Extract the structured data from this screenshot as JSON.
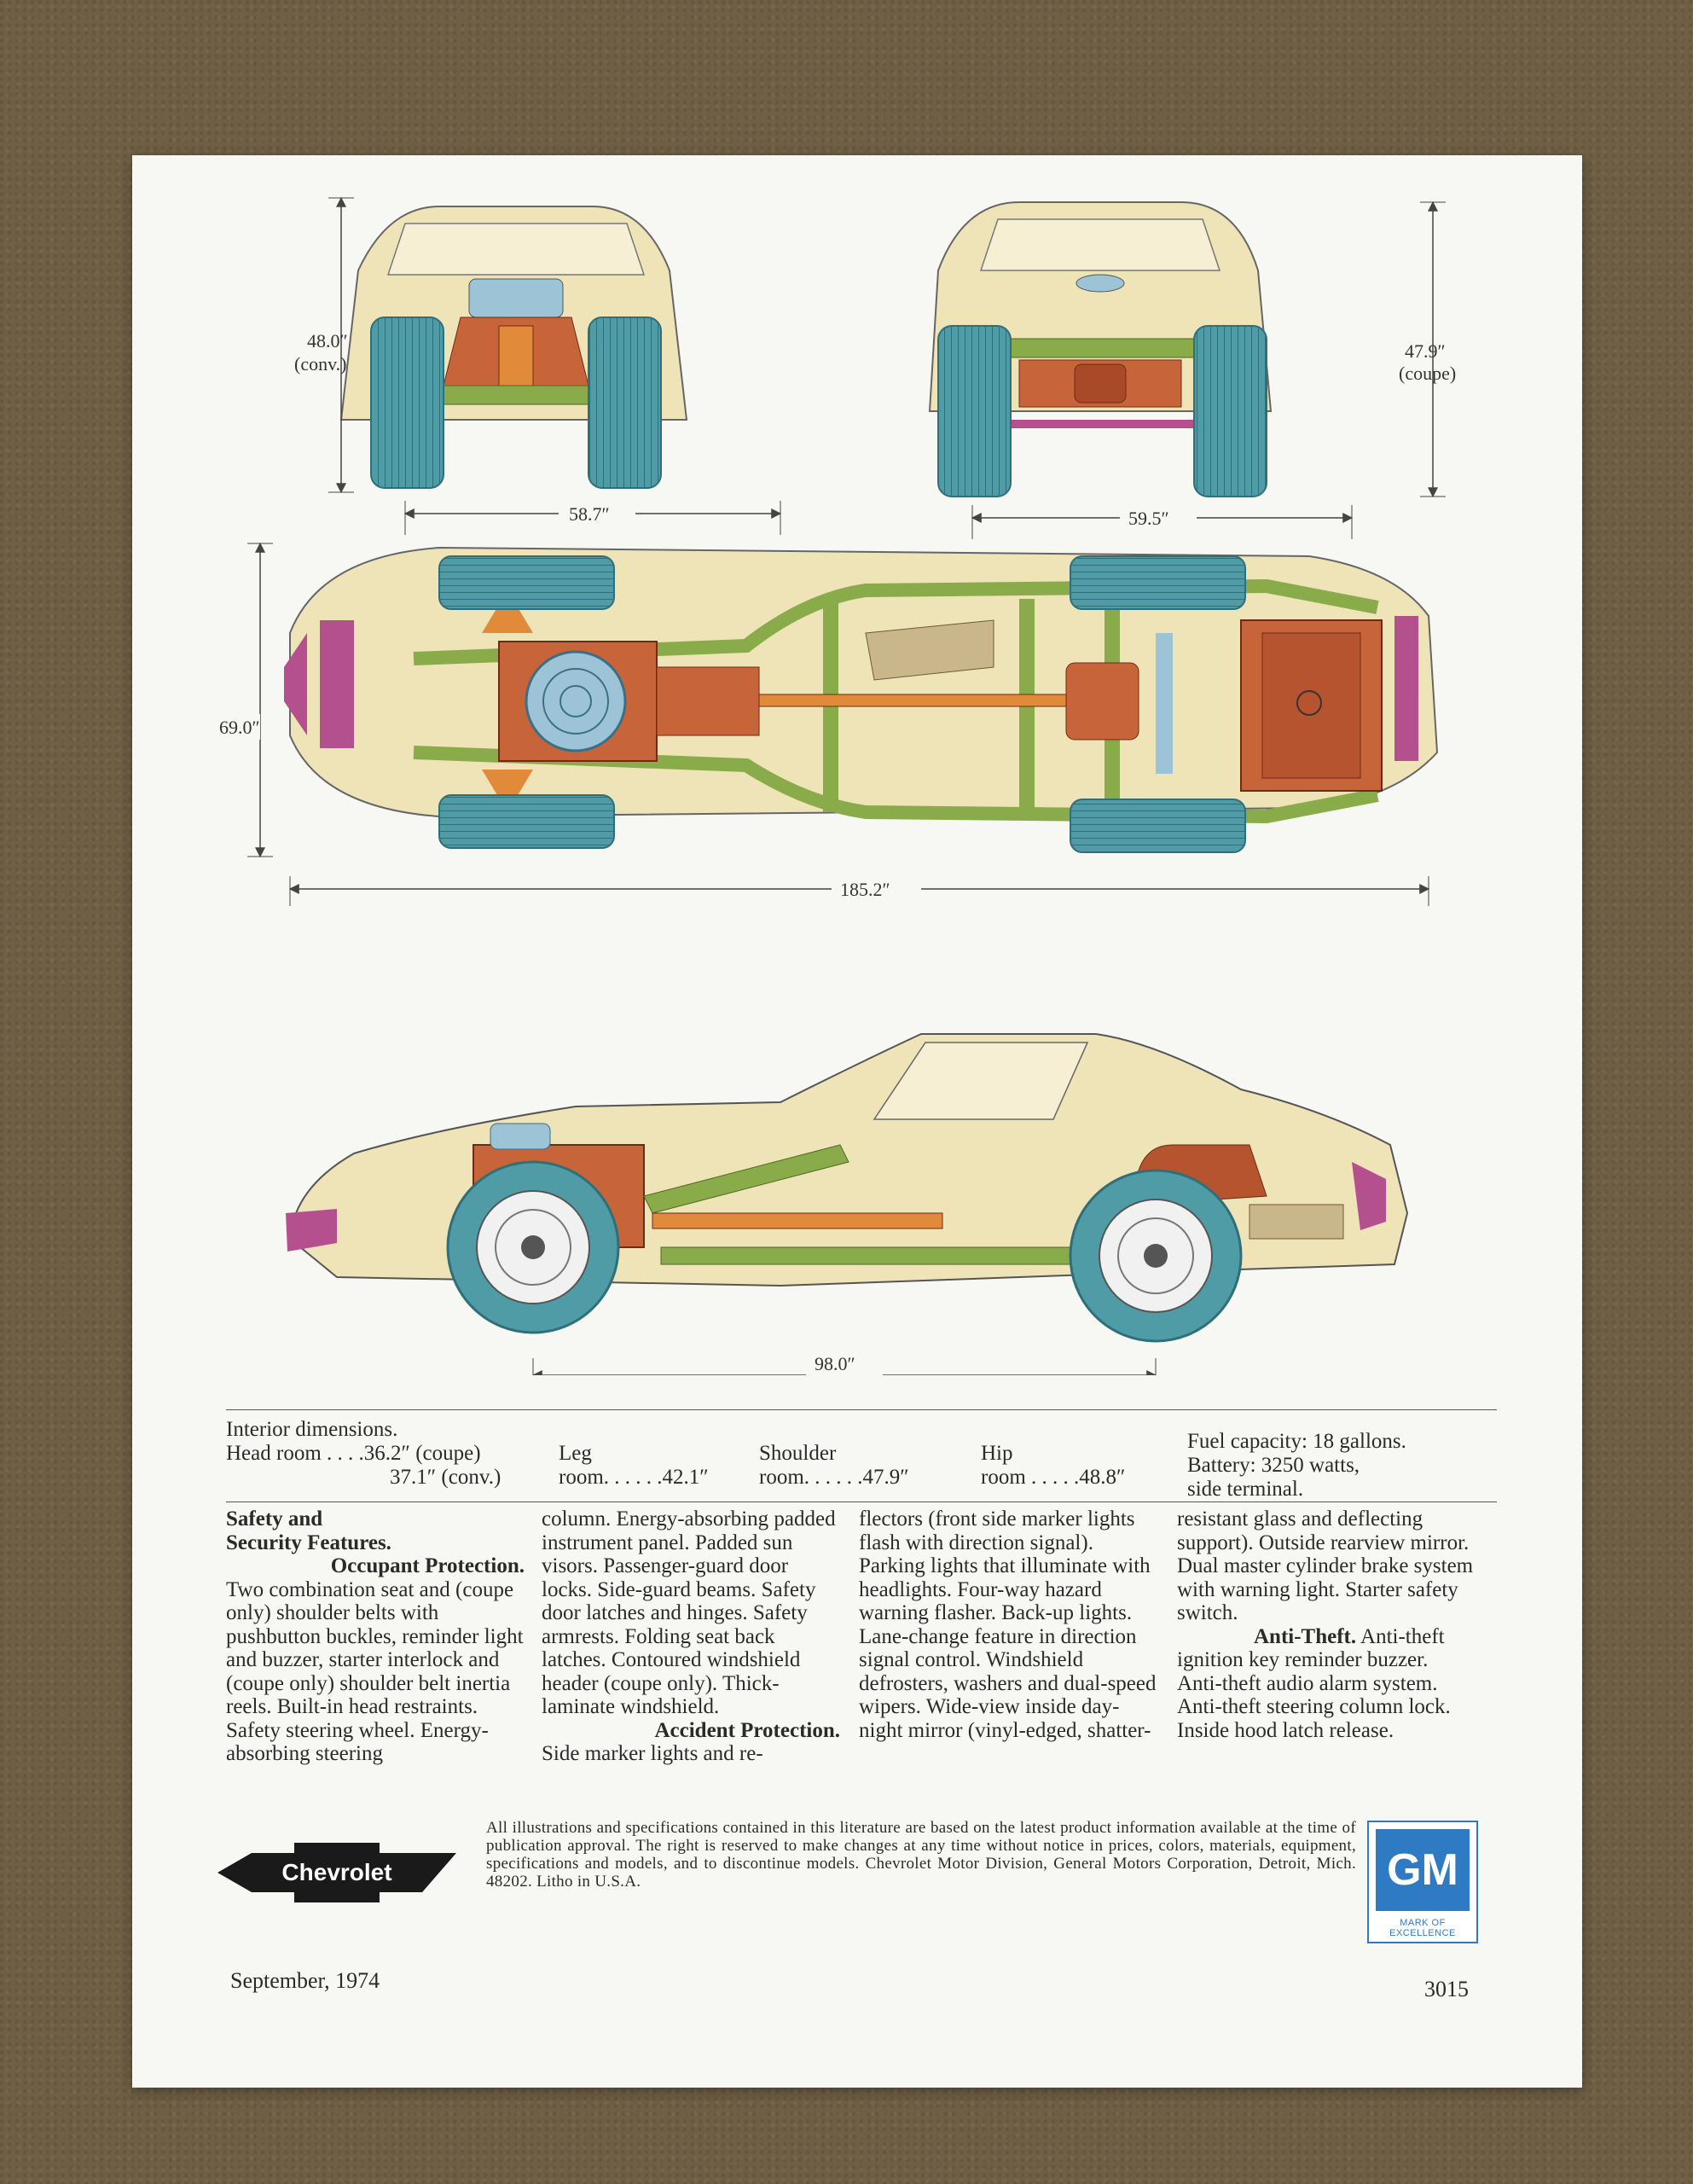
{
  "dimensions": {
    "front_height": "48.0″",
    "front_height_note": "(conv.)",
    "front_track": "58.7″",
    "rear_height": "47.9″",
    "rear_height_note": "(coupe)",
    "rear_track": "59.5″",
    "overall_width": "69.0″",
    "overall_length": "185.2″",
    "wheelbase": "98.0″"
  },
  "interior": {
    "title": "Interior dimensions.",
    "head_label": "Head room",
    "head_coupe": ". . . .36.2″ (coupe)",
    "head_conv": "37.1″ (conv.)",
    "leg_label": "Leg",
    "leg_value": "room. . . . . .42.1″",
    "shoulder_label": "Shoulder",
    "shoulder_value": "room. . . . . .47.9″",
    "hip_label": "Hip",
    "hip_value": "room . . . . .48.8″",
    "fuel": "Fuel capacity: 18 gallons.",
    "battery": "Battery: 3250 watts,",
    "battery2": "side terminal."
  },
  "safety": {
    "heading1": "Safety and",
    "heading2": "Security Features.",
    "occupant_title": "Occupant Protection.",
    "col1": "Two combination seat and (coupe only) shoulder belts with pushbutton buckles, reminder light and buzzer, starter interlock and (coupe only) shoulder belt inertia reels. Built-in head restraints. Safety steering wheel. Energy-absorbing steering",
    "col2": "column. Energy-absorbing padded instrument panel. Padded sun visors. Passenger-guard door locks. Side-guard beams. Safety door latches and hinges. Safety armrests. Folding seat back latches. Contoured windshield header (coupe only). Thick-laminate windshield.",
    "accident_title": "Accident Protection.",
    "col2b": "Side marker lights and re-",
    "col3": "flectors (front side marker lights flash with direction signal). Parking lights that illuminate with headlights. Four-way hazard warning flasher. Back-up lights. Lane-change feature in direction signal control. Windshield defrosters, washers and dual-speed wipers. Wide-view inside day-night mirror (vinyl-edged, shatter-",
    "col4": "resistant glass and deflecting support). Outside rearview mirror. Dual master cylinder brake system with warning light. Starter safety switch.",
    "antitheft_title": "Anti-Theft.",
    "col4b": "Anti-theft ignition key reminder buzzer. Anti-theft audio alarm system. Anti-theft steering column lock. Inside hood latch release."
  },
  "legal": "All illustrations and specifications contained in this literature are based on the latest product information available at the time of publication approval. The right is reserved to make changes at any time without notice in prices, colors, materials, equipment, specifications and models, and to discontinue models. Chevrolet Motor Division, General Motors Corporation, Detroit, Mich. 48202. Litho in U.S.A.",
  "brand": "Chevrolet",
  "gm_logo": "GM",
  "gm_caption": "MARK OF EXCELLENCE",
  "date": "September, 1974",
  "page_number": "3015",
  "colors": {
    "body": "#efe3b8",
    "frame": "#8aab4a",
    "engine": "#c8643a",
    "tire": "#4f9ba6",
    "bumper": "#b5508f",
    "gm_blue": "#2e7bc4"
  }
}
